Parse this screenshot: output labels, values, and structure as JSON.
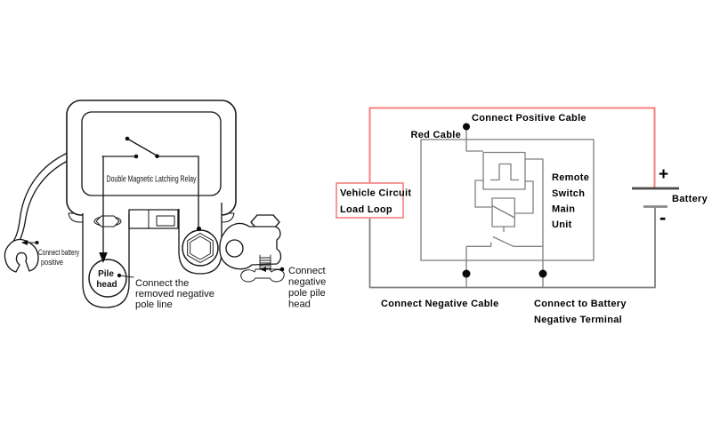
{
  "device": {
    "relay_label": "Double Magnetic Latching Relay",
    "labels": {
      "battery_positive": [
        "Connect battery",
        "positive"
      ],
      "pile_head": [
        "Pile",
        "head"
      ],
      "removed_negative": [
        "Connect the",
        "removed negative",
        "pole line"
      ],
      "negative_pile": [
        "Connect",
        "negative",
        "pole pile",
        "head"
      ]
    }
  },
  "circuit": {
    "labels": {
      "connect_positive_cable": "Connect Positive Cable",
      "red_cable": "Red Cable",
      "vehicle_box": [
        "Vehicle Circuit",
        "Load Loop"
      ],
      "remote_unit": [
        "Remote",
        "Switch",
        "Main",
        "Unit"
      ],
      "battery": "Battery",
      "plus": "+",
      "minus": "-",
      "connect_negative_cable": "Connect Negative Cable",
      "connect_to_battery": [
        "Connect to Battery",
        "Negative Terminal"
      ]
    },
    "colors": {
      "red_wire": "#f57f7f",
      "gray_wire": "#7f7f7f",
      "plate_dark": "#4a4a4a",
      "plate_gray": "#8a8a8a",
      "junction_dot": "#000000"
    }
  }
}
